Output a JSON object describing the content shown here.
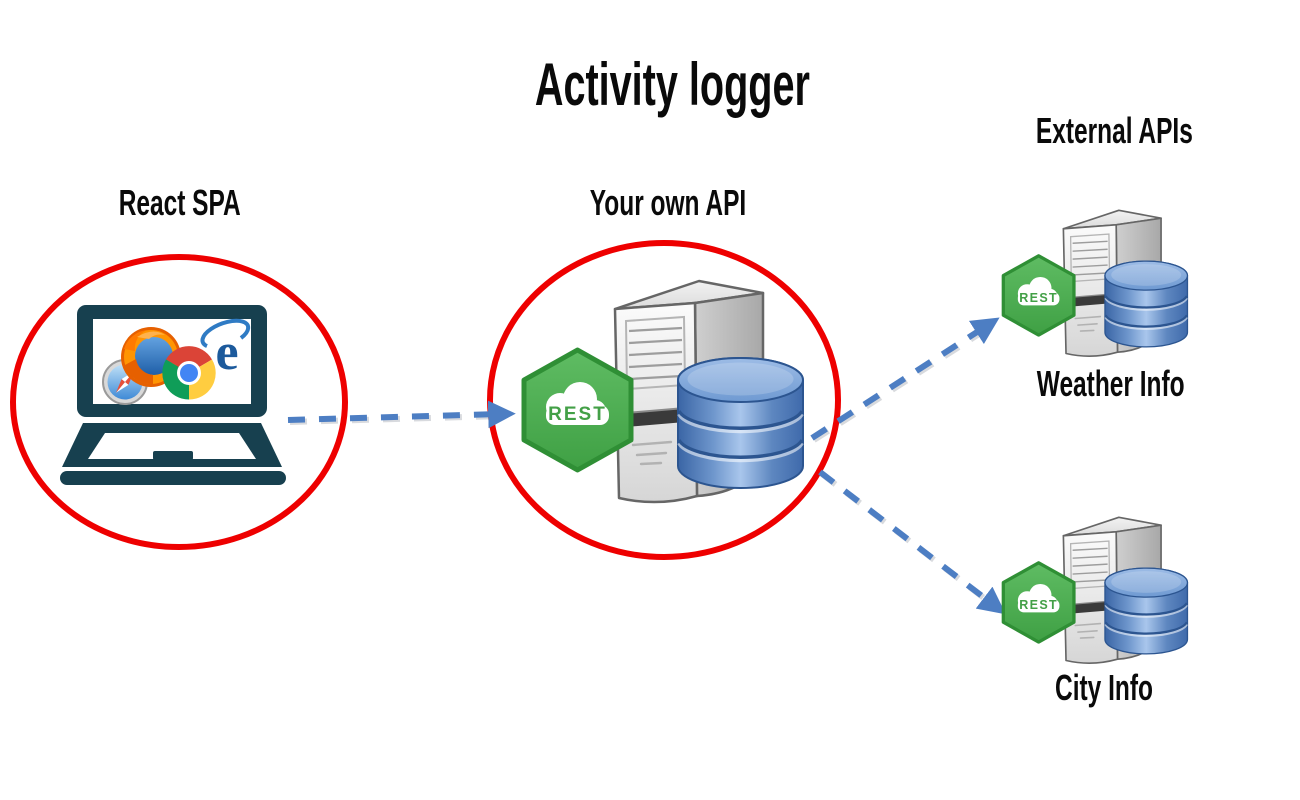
{
  "title": "Activity logger",
  "labels": {
    "react_spa": "React SPA",
    "your_own_api": "Your own API",
    "external_apis": "External APIs",
    "weather_info": "Weather Info",
    "city_info": "City Info"
  },
  "badges": {
    "api": "REST",
    "weather": "REST",
    "city": "REST"
  },
  "icons": {
    "ie_glyph": "e"
  },
  "connections": [
    {
      "from": "React SPA",
      "to": "Your own API",
      "style": "blue-dashed-arrow"
    },
    {
      "from": "Your own API",
      "to": "Weather Info",
      "style": "blue-dashed-arrow"
    },
    {
      "from": "Your own API",
      "to": "City Info",
      "style": "blue-dashed-arrow"
    }
  ],
  "colors": {
    "highlight_red": "#ee0000",
    "arrow_blue": "#4d7ec3",
    "rest_green": "#43a047",
    "laptop_teal": "#17404f",
    "database_blue": "#4a76b4",
    "server_grey": "#d9d9d9",
    "text": "#0a0a0a"
  }
}
